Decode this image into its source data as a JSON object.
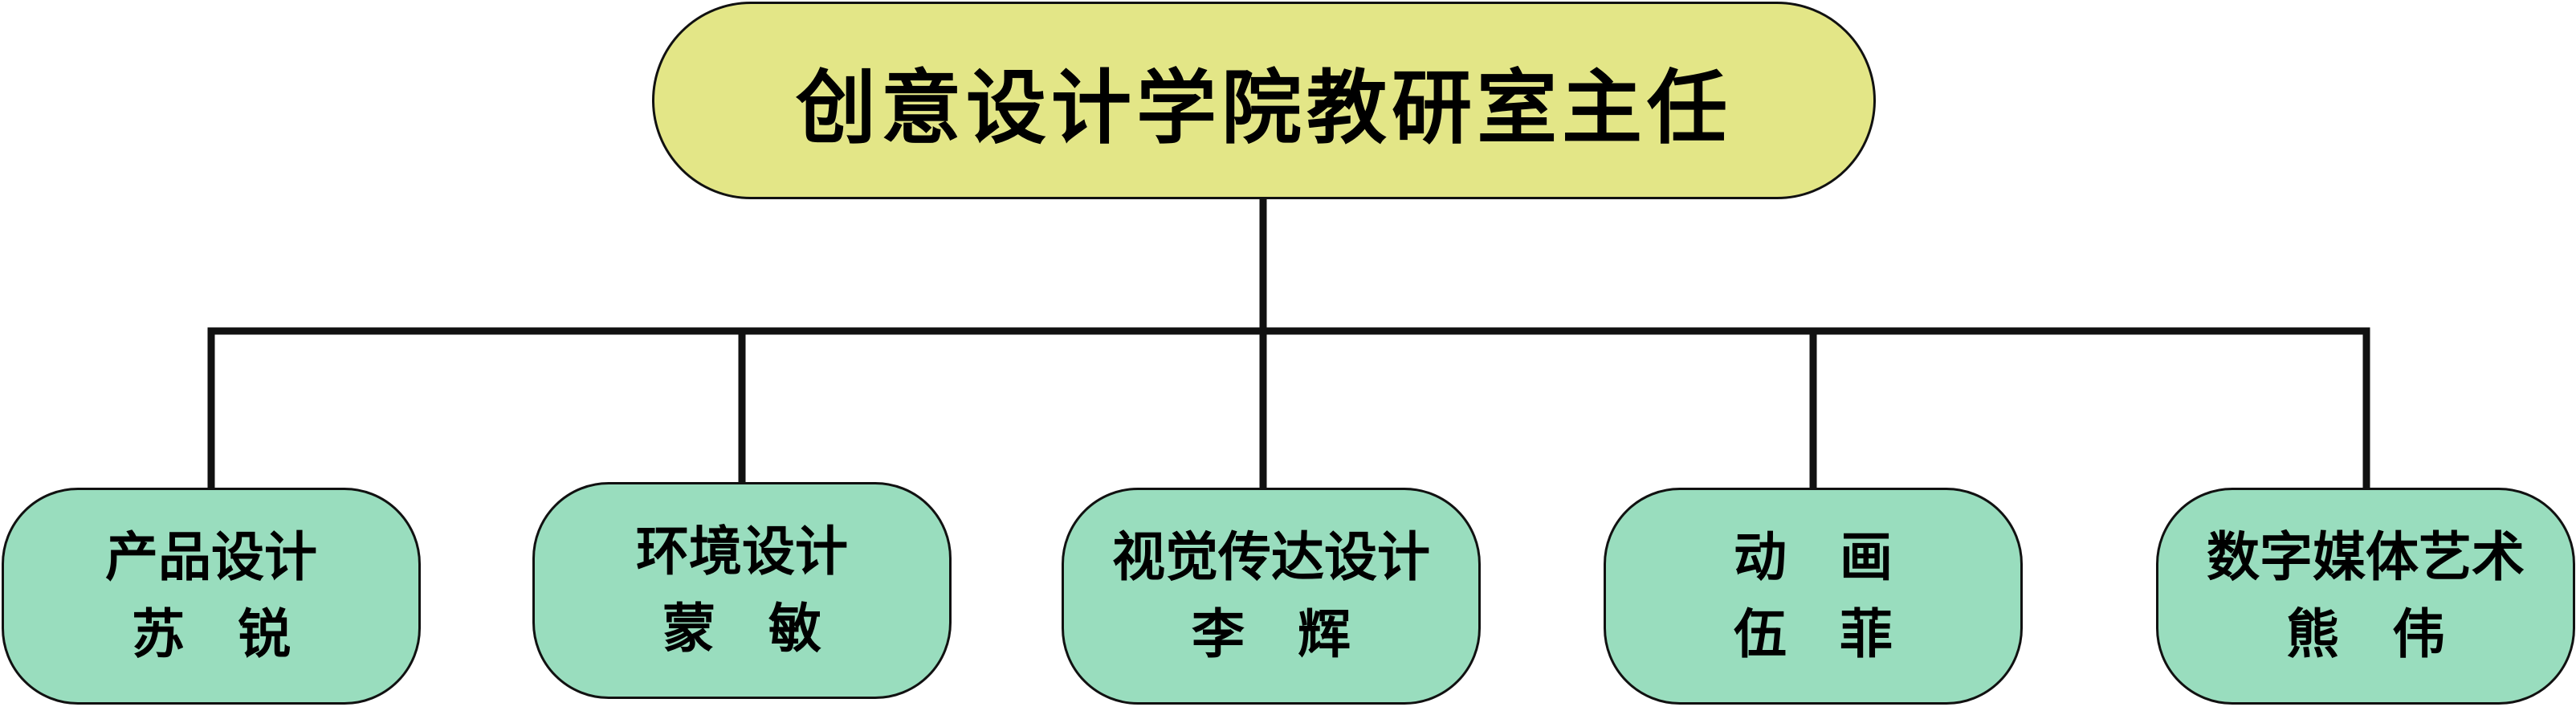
{
  "colors": {
    "root_fill": "#E3E687",
    "child_fill": "#99DDBE",
    "line": "#111111"
  },
  "root": {
    "label": "创意设计学院教研室主任"
  },
  "children": [
    {
      "dept": "产品设计",
      "person": "苏　锐"
    },
    {
      "dept": "环境设计",
      "person": "蒙　敏"
    },
    {
      "dept": "视觉传达设计",
      "person": "李　辉"
    },
    {
      "dept": "动　画",
      "person": "伍　菲"
    },
    {
      "dept": "数字媒体艺术",
      "person": "熊　伟"
    }
  ]
}
